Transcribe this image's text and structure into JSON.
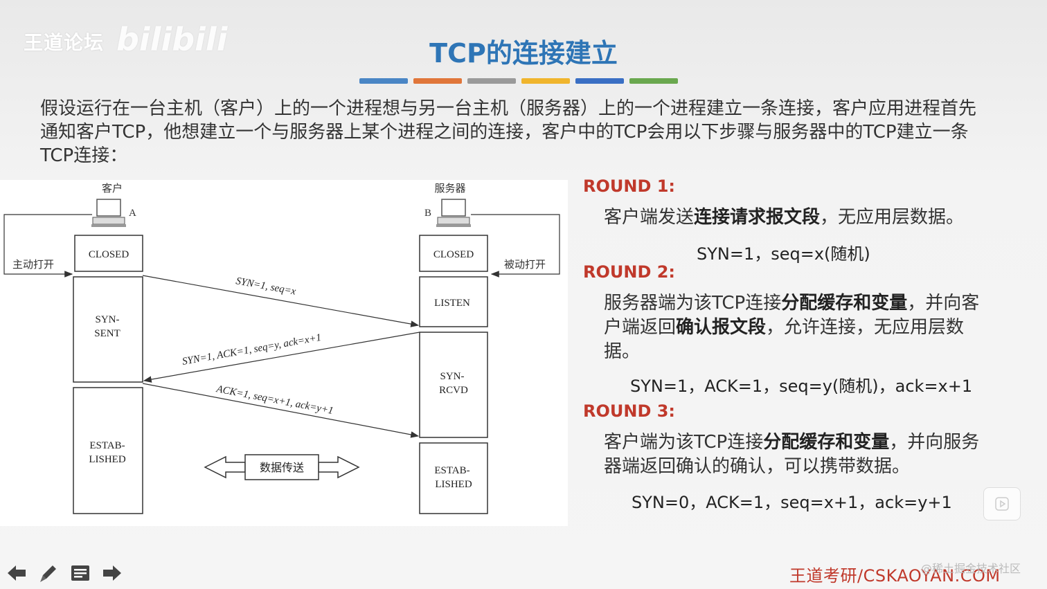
{
  "watermark": {
    "site": "王道论坛",
    "logo": "bilibili"
  },
  "title": "TCP的连接建立",
  "colors": [
    "#4a86c5",
    "#e0763a",
    "#9a9a9a",
    "#f0b52d",
    "#3a6fc4",
    "#6aa84f"
  ],
  "intro": "假设运行在一台主机（客户）上的一个进程想与另一台主机（服务器）上的一个进程建立一条连接，客户应用进程首先通知客户TCP，他想建立一个与服务器上某个进程之间的连接，客户中的TCP会用以下步骤与服务器中的TCP建立一条TCP连接：",
  "diagram": {
    "client_label": "客户",
    "client_host": "A",
    "server_label": "服务器",
    "server_host": "B",
    "active_open": "主动打开",
    "passive_open": "被动打开",
    "client_states": {
      "closed": "CLOSED",
      "syn_sent_1": "SYN-",
      "syn_sent_2": "SENT",
      "estab_1": "ESTAB-",
      "estab_2": "LISHED"
    },
    "server_states": {
      "closed": "CLOSED",
      "listen": "LISTEN",
      "syn_rcvd_1": "SYN-",
      "syn_rcvd_2": "RCVD",
      "estab_1": "ESTAB-",
      "estab_2": "LISHED"
    },
    "msg1": "SYN=1, seq=x",
    "msg2": "SYN=1, ACK=1, seq=y, ack=x+1",
    "msg3": "ACK=1, seq=x+1, ack=y+1",
    "data_transfer": "数据传送"
  },
  "rounds": [
    {
      "title": "ROUND 1:",
      "desc_pre": "客户端发送",
      "desc_bold": "连接请求报文段",
      "desc_post": "，无应用层数据。",
      "formula": "SYN=1，seq=x(随机)"
    },
    {
      "title": "ROUND 2:",
      "desc_pre": "服务器端为该TCP连接",
      "desc_bold": "分配缓存和变量",
      "desc_mid": "，并向客户端返回",
      "desc_bold2": "确认报文段",
      "desc_post": "，允许连接，无应用层数据。",
      "formula": "SYN=1，ACK=1，seq=y(随机)，ack=x+1"
    },
    {
      "title": "ROUND 3:",
      "desc_pre": "客户端为该TCP连接",
      "desc_bold": "分配缓存和变量",
      "desc_post": "，并向服务器端返回确认的确认，可以携带数据。",
      "formula": "SYN=0，ACK=1，seq=x+1，ack=y+1"
    }
  ],
  "footer": {
    "brand": "王道考研/CSKAOYAN.COM",
    "watermark": "@稀土掘金技术社区"
  },
  "nav": {
    "prev": "prev-arrow-icon",
    "pen": "pen-icon",
    "menu": "menu-icon",
    "next": "next-arrow-icon"
  }
}
